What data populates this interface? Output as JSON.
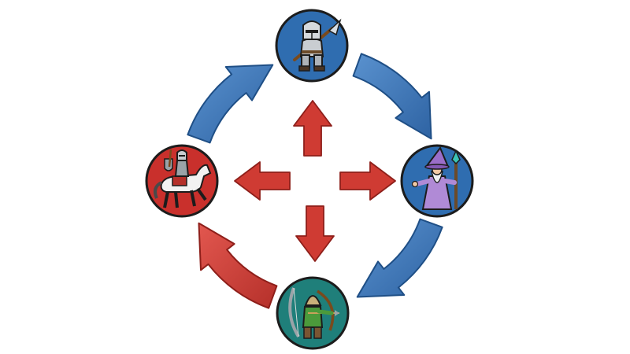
{
  "diagram": {
    "type": "unit-counter-cycle",
    "colors": {
      "background": "#ffffff",
      "blue_arrow": "#3f79b7",
      "blue_arrow_dark": "#1f4f86",
      "red_arrow": "#cf3b33",
      "red_arrow_dark": "#8e1f1a",
      "outline": "#1c1c1c"
    },
    "nodes": [
      {
        "id": "knight",
        "icon": "armored-knight-spear-icon",
        "bg": "#2f6db0",
        "bg_dark": "#1c4d86"
      },
      {
        "id": "wizard",
        "icon": "wizard-staff-icon",
        "bg": "#2f6db0",
        "bg_dark": "#1c4d86"
      },
      {
        "id": "archer",
        "icon": "archer-bow-icon",
        "bg": "#1f7f7a",
        "bg_dark": "#135a56"
      },
      {
        "id": "cavalry",
        "icon": "cavalry-rider-horse-icon",
        "bg": "#c9302c",
        "bg_dark": "#8e1f1a"
      }
    ],
    "cycle_arrows": [
      {
        "from": "cavalry",
        "to": "knight",
        "color": "blue"
      },
      {
        "from": "knight",
        "to": "wizard",
        "color": "blue"
      },
      {
        "from": "wizard",
        "to": "archer",
        "color": "blue"
      },
      {
        "from": "archer",
        "to": "cavalry",
        "color": "red"
      }
    ],
    "center_arrows": [
      {
        "direction": "up",
        "color": "red"
      },
      {
        "direction": "right",
        "color": "red"
      },
      {
        "direction": "down",
        "color": "red"
      },
      {
        "direction": "left",
        "color": "red"
      }
    ]
  }
}
